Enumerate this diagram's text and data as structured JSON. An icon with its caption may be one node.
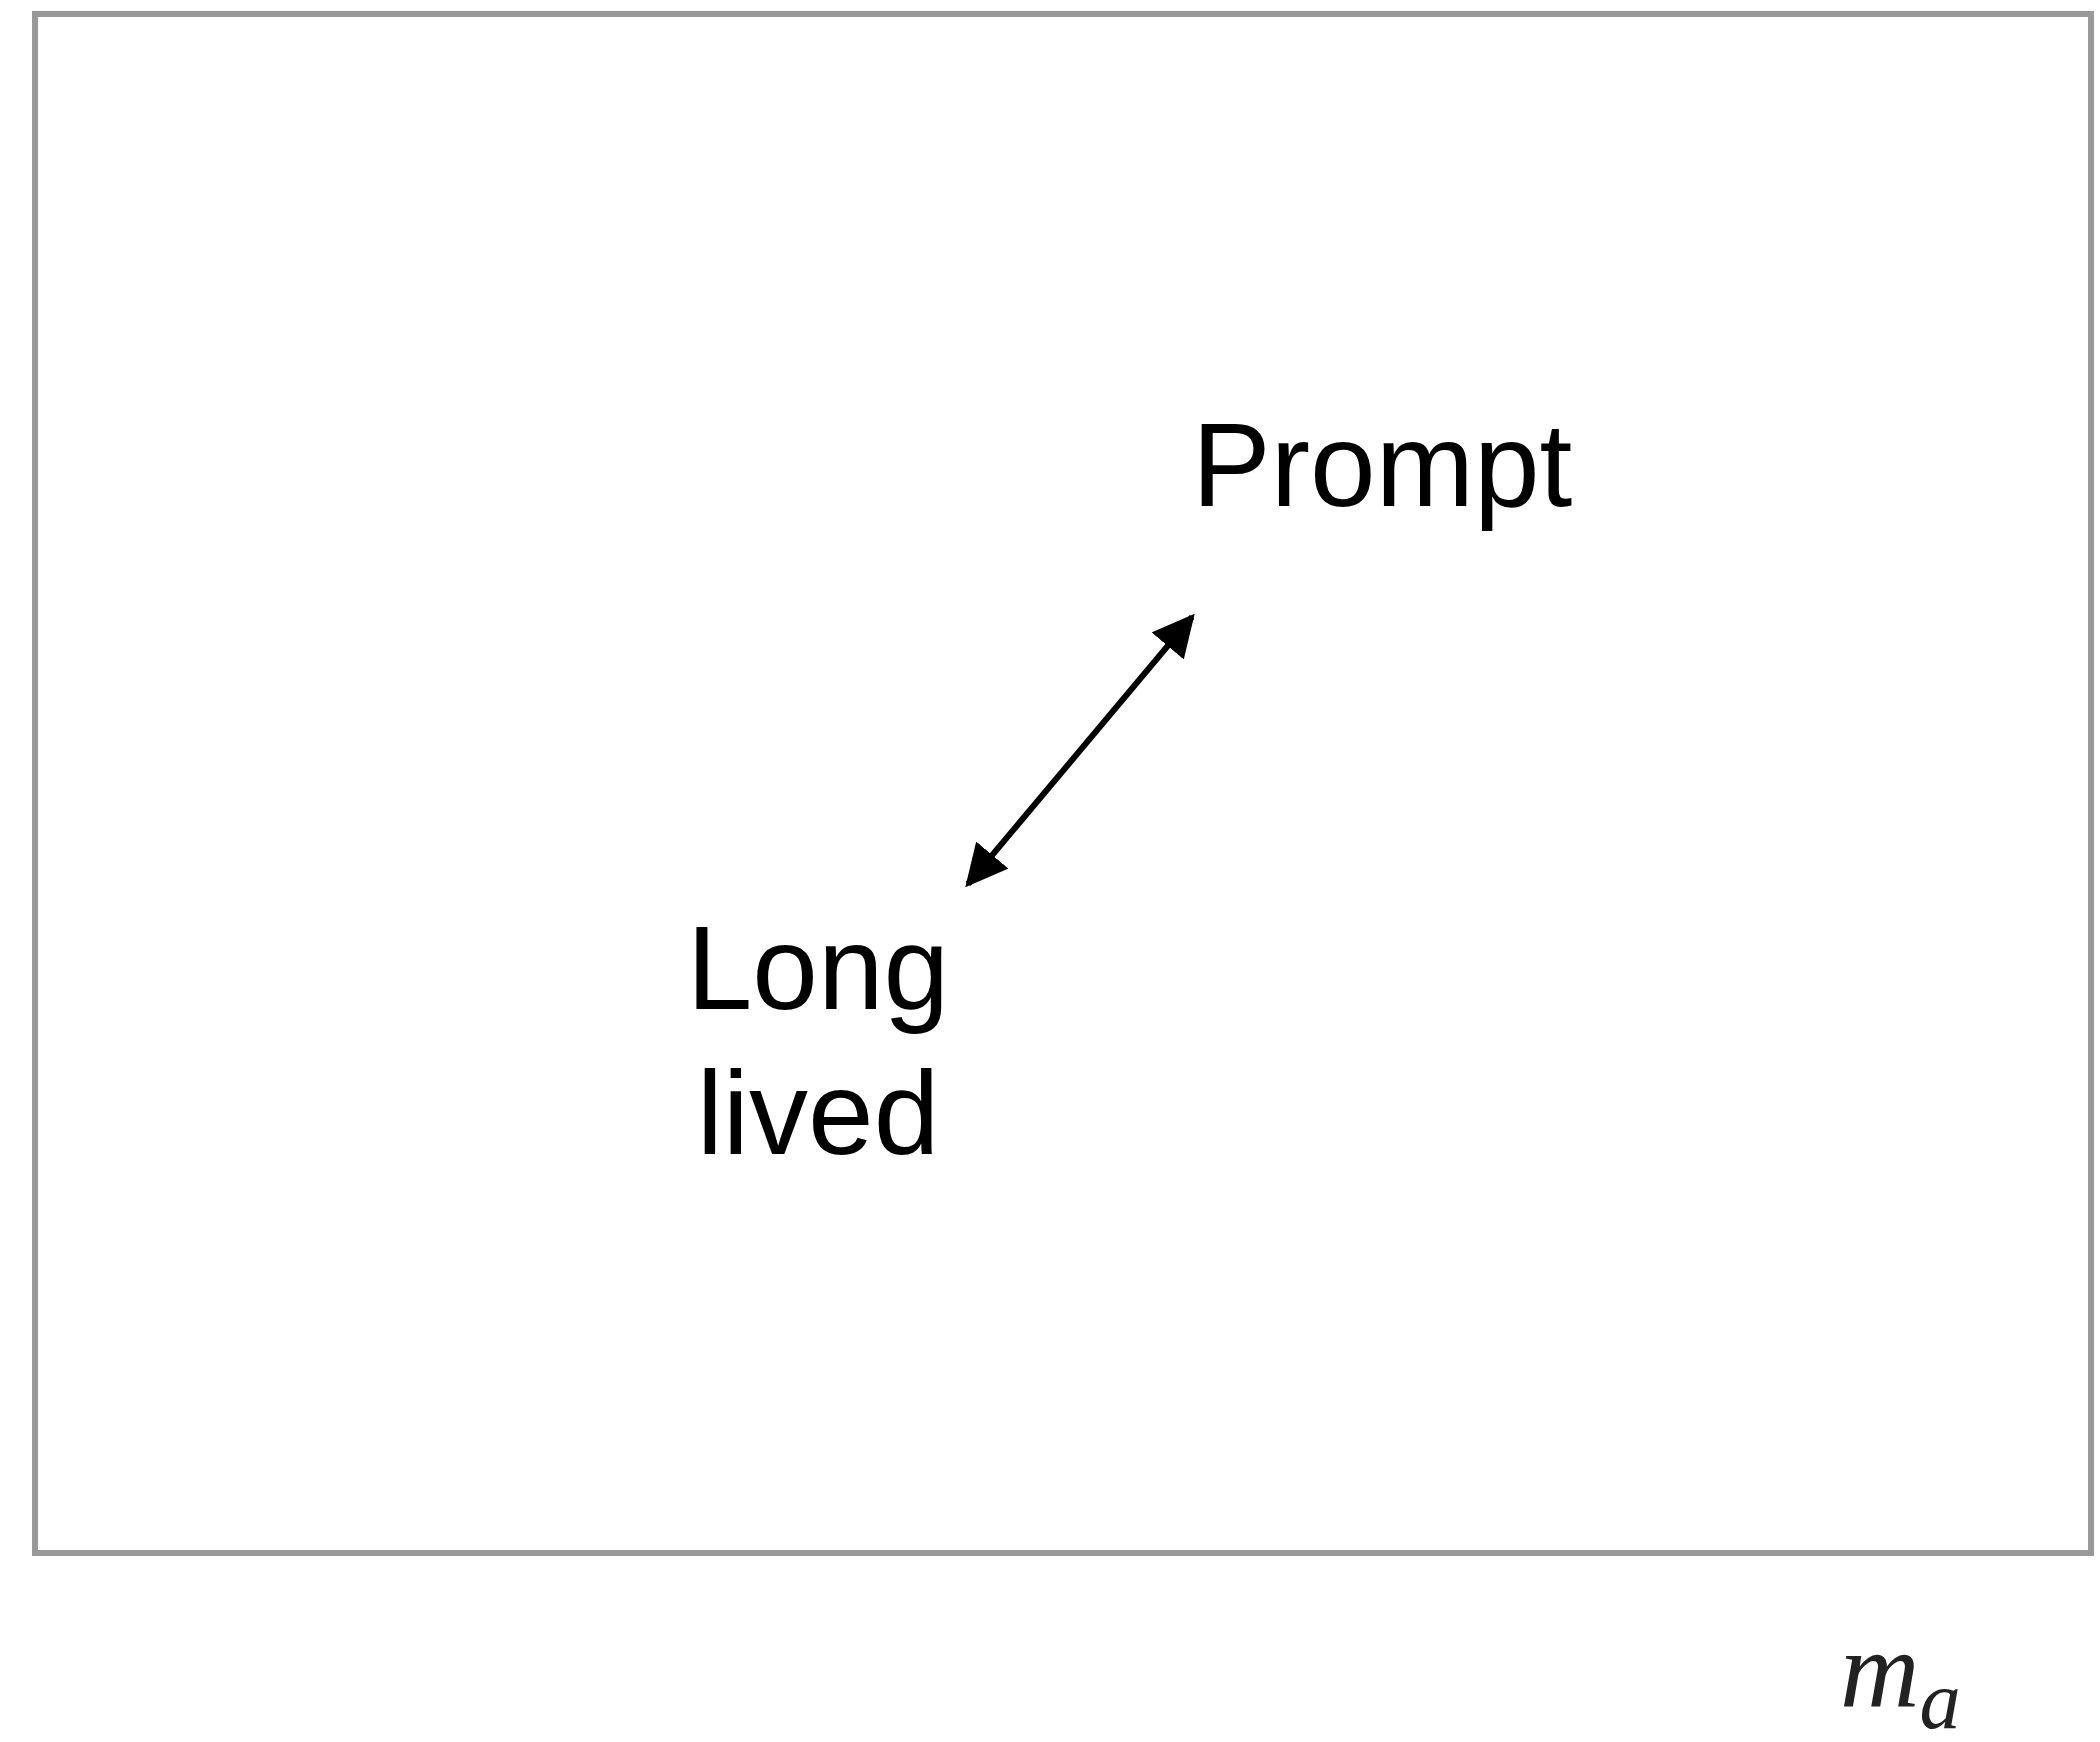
{
  "diagram": {
    "nodes": [
      {
        "text": [],
        "shape": "box"
      },
      {
        "text": [
          "Prompt"
        ],
        "in": 0
      },
      {
        "text": [
          "Long lived"
        ],
        "in": 0
      }
    ],
    "edges": [
      {
        "from": 2,
        "to": 1,
        "arrow": "both"
      }
    ],
    "labels": [
      "m$_{a}$"
    ]
  }
}
